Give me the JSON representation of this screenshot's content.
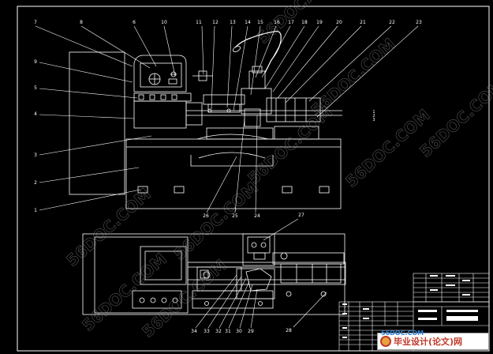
{
  "top_view_labels": [
    "7",
    "8",
    "6",
    "10",
    "11",
    "12",
    "13",
    "14",
    "15",
    "16",
    "17",
    "18",
    "19",
    "20",
    "21",
    "22",
    "23"
  ],
  "left_labels": [
    "9",
    "5",
    "4",
    "3",
    "2",
    "1"
  ],
  "bottom_labels": [
    "26",
    "25",
    "24"
  ],
  "plan_view_labels": [
    "27",
    "34",
    "33",
    "32",
    "31",
    "30",
    "29",
    "28"
  ],
  "scale_note": [
    "1",
    "2",
    "3"
  ],
  "watermark": "56DOC.COM",
  "logo": {
    "top_text": "56DOC.COM",
    "text": "毕业设计(论文)网"
  },
  "colors": {
    "background": "#000000",
    "lines": "#ffffff",
    "watermark": "#9a9a9a",
    "logo_text": "#c0392b",
    "logo_top": "#2a7fd0"
  }
}
